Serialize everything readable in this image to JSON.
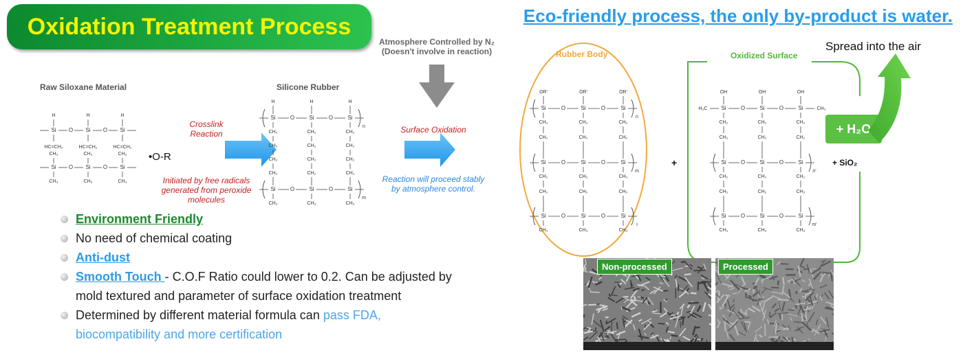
{
  "title": "Oxidation Treatment Process",
  "eco_headline": "Eco-friendly process, the only by-product is water.",
  "atmosphere": {
    "line1": "Atmosphere Controlled by N₂",
    "line2": "(Doesn't involve in reaction)"
  },
  "raw_material": {
    "label": "Raw Siloxane Material",
    "radical": "•O-R",
    "vinyl": "HC=CH₂"
  },
  "crosslink": {
    "line1": "Crosslink",
    "line2": "Reaction",
    "note1": "Initiated by free radicals",
    "note2": "generated from peroxide",
    "note3": "molecules"
  },
  "silicone_rubber": {
    "label": "Silicone Rubber"
  },
  "surface_oxidation": {
    "label": "Surface Oxidation",
    "note1": "Reaction will proceed stably",
    "note2": "by atmosphere control."
  },
  "rubber_body": {
    "label": "Rubber Body",
    "color": "#f2a93b"
  },
  "oxidized_surface": {
    "label": "Oxidized Surface",
    "color": "#4fb83a"
  },
  "plus": "+",
  "sio2": "+ SiO₂",
  "h2o": "+ H₂O",
  "spread": "Spread into the air",
  "chem": {
    "si": "Si",
    "o": "O",
    "h": "H",
    "ch2": "CH₂",
    "ch3": "CH₃",
    "or": "OR'",
    "oh": "OH",
    "h3c": "H₃C",
    "n": "n",
    "m": "m",
    "i": "i",
    "np": "n'",
    "mp": "m'"
  },
  "sem": {
    "non_processed": "Non-processed",
    "processed": "Processed"
  },
  "bullets": {
    "b1": "Environment Friendly",
    "b2": "No need of chemical coating",
    "b3": "Anti-dust",
    "b4_link": "Smooth Touch ",
    "b4_text": "- C.O.F Ratio could lower to 0.2. Can be adjusted by",
    "b4_line2": "mold textured and parameter of surface oxidation treatment",
    "b5_text": "Determined by different material formula can ",
    "b5_highlight": "pass FDA,",
    "b5_line2": "biocompatibility and more certification"
  },
  "colors": {
    "title_green": "#1aa63c",
    "title_text": "#f4f400",
    "arrow_blue": "#2fa3f0",
    "arrow_gray": "#8c8c8c",
    "water_green": "#5bc043",
    "link_blue": "#2c9ce6"
  }
}
